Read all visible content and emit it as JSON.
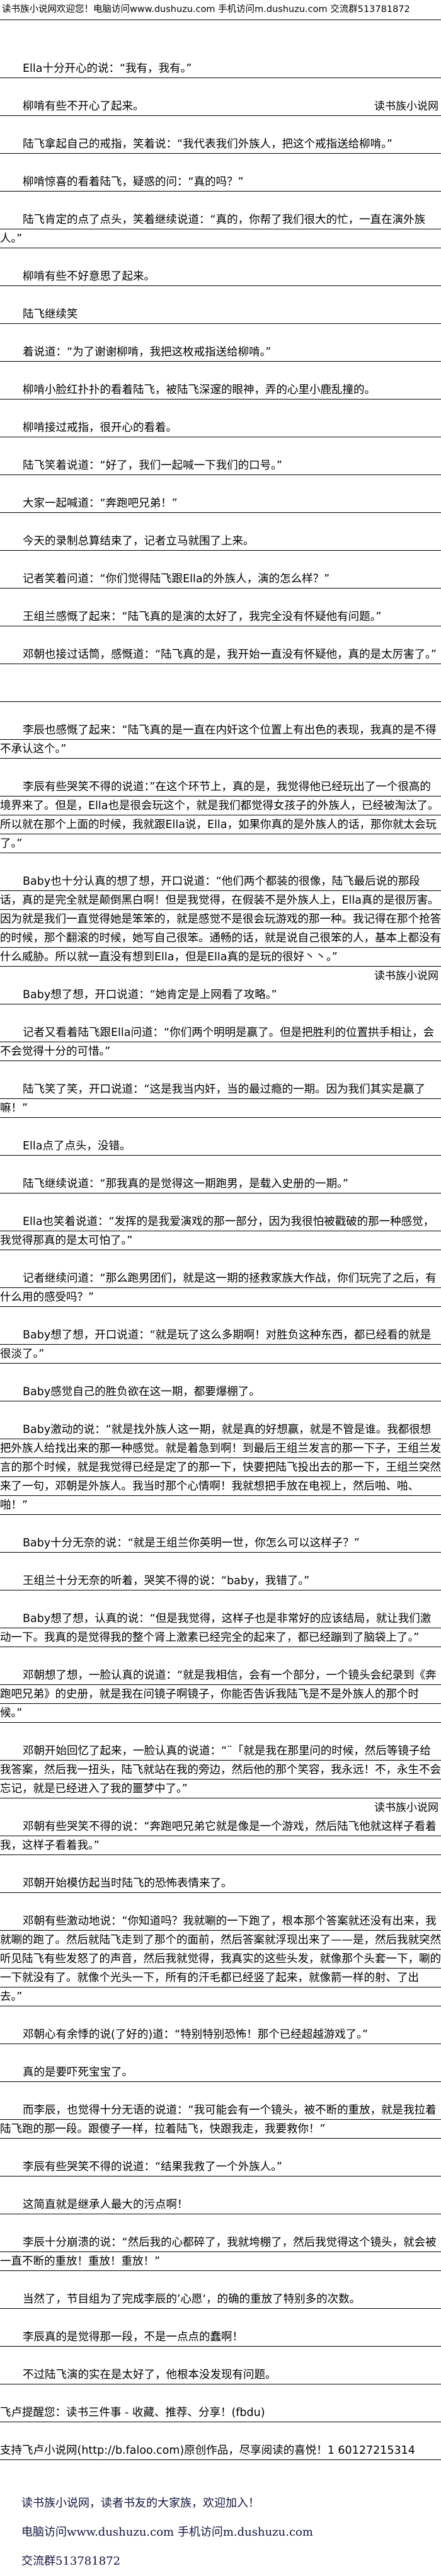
{
  "header": {
    "text": "读书族小说网欢迎您！电脑访问www.dushuzu.com 手机访问m.dushuzu.com 交流群513781872"
  },
  "watermark": "读书族小说网",
  "paragraphs": [
    {
      "text": "Ella十分开心的说：“我有，我有。”"
    },
    {
      "text": "柳啃有些不开心了起来。",
      "wm": "same"
    },
    {
      "text": "陆飞拿起自己的戒指，笑着说：“我代表我们外族人，把这个戒指送给柳啃。”"
    },
    {
      "text": "柳啃惊喜的看着陆飞，疑惑的问：“真的吗？”"
    },
    {
      "text": "陆飞肯定的点了点头，笑着继续说道：“真的，你帮了我们很大的忙，一直在演外族人。”"
    },
    {
      "text": "柳啃有些不好意思了起来。"
    },
    {
      "text": "陆飞继续笑"
    },
    {
      "text": "着说道：“为了谢谢柳啃，我把这枚戒指送给柳啃。”"
    },
    {
      "text": "柳啃小脸红扑扑的看着陆飞，被陆飞深邃的眼神，弄的心里小鹿乱撞的。"
    },
    {
      "text": "柳啃接过戒指，很开心的看着。"
    },
    {
      "text": "陆飞笑着说道：“好了，我们一起喊一下我们的口号。”"
    },
    {
      "text": "大家一起喊道：“奔跑吧兄弟！”"
    },
    {
      "text": "今天的录制总算结束了，记者立马就围了上来。"
    },
    {
      "text": "记者笑着问道：“你们觉得陆飞跟Ella的外族人，演的怎么样？”"
    },
    {
      "text": "王组兰感慨了起来：“陆飞真的是演的太好了，我完全没有怀疑他有问题。”"
    },
    {
      "text": "邓朝也接过话筒，感慨道：“陆飞真的是，我开始一直没有怀疑他，真的是太厉害了。”"
    },
    {
      "text": ""
    },
    {
      "text": "李辰也感慨了起来：“陆飞真的是一直在内奸这个位置上有出色的表现，我真的是不得不承认这个。”"
    },
    {
      "text": "李辰有些哭笑不得的说道：”在这个环节上，真的是，我觉得他已经玩出了一个很高的境界来了。但是，Ella也是很会玩这个，就是我们都觉得女孩子的外族人，已经被淘汰了。所以就在那个上面的时候，我就跟Ella说，Ella，如果你真的是外族人的话，那你就太会玩了。”"
    },
    {
      "text": "Baby也十分认真的想了想，开口说道：“他们两个都装的很像，陆飞最后说的那段话，真的是完全就是颠倒黑白啊！但是我觉得，在假装不是外族人上，Ella真的是很厉害。因为就是我们一直觉得她是笨笨的，就是感觉不是很会玩游戏的那一种。我记得在那个抢答的时候，那个翻滚的时候，她写自己很笨。通畅的话，就是说自己很笨的人，基本上都没有什么威胁。所以就一直没有想到Ella，但是Ella真的是玩的很好丶丶。”",
      "wm": "overlap"
    },
    {
      "text": "Baby想了想，开口说道：“她肯定是上网看了攻略。”"
    },
    {
      "text": "记者又看着陆飞跟Ella问道：“你们两个明明是赢了。但是把胜利的位置拱手相让，会不会觉得十分的可惜。”"
    },
    {
      "text": "陆飞笑了笑，开口说道：“这是我当内奸，当的最过瘾的一期。因为我们其实是赢了嘛！”"
    },
    {
      "text": "Ella点了点头，没错。"
    },
    {
      "text": "陆飞继续说道：“那我真的是觉得这一期跑男，是载入史册的一期。”"
    },
    {
      "text": "Ella也笑着说道：“发挥的是我爱演戏的那一部分，因为我很怕被戳破的那一种感觉，我觉得那真的是太可怕了。”"
    },
    {
      "text": "记者继续问道：“那么跑男团们，就是这一期的拯救家族大作战，你们玩完了之后，有什么用的感受吗？”"
    },
    {
      "text": "Baby想了想，开口说道：“就是玩了这么多期啊！对胜负这种东西，都已经看的就是很淡了。”"
    },
    {
      "text": "Baby感觉自己的胜负欲在这一期，都要爆棚了。"
    },
    {
      "text": "Baby激动的说：“就是找外族人这一期，就是真的好想赢，就是不管是谁。我都很想把外族人给找出来的那一种感觉。就是着急到啊！到最后王组兰发言的那一下子，王组兰发言的那个时候，就是我觉得已经是定了的那一下，快要把陆飞投出去的那一下，王组兰突然来了一句，邓朝是外族人。我当时那个心情啊！我就想把手放在电视上，然后啪、啪、啪！”"
    },
    {
      "text": "Baby十分无奈的说：“就是王组兰你英明一世，你怎么可以这样子？”"
    },
    {
      "text": "王组兰十分无奈的听着，哭笑不得的说：“baby，我错了。”"
    },
    {
      "text": "Baby想了想，认真的说：“但是我觉得，这样子也是非常好的应该结局，就让我们激动一下。我真的是觉得我的整个肾上激素已经完全的起来了，都已经蹦到了脑袋上了。”"
    },
    {
      "text": "邓朝想了想，一脸认真的说道：“就是我相信，会有一个部分，一个镜头会纪录到《奔跑吧兄弟》的史册，就是我在问镜子啊镜子，你能否告诉我陆飞是不是外族人的那个时候。”"
    },
    {
      "text": "邓朝开始回忆了起来，一脸认真的说道：“¨「就是我在那里问的时候，然后等镜子给我答案，然后我一扭头，陆飞就站在我的旁边，然后他的那个笑容，我永远！不，永生不会忘记，就是已经进入了我的噩梦中了。”",
      "wm": "after"
    },
    {
      "text": "邓朝有些哭笑不得的说：“奔跑吧兄弟它就是像是一个游戏，然后陆飞他就这样子看着我，这样子看着我。”"
    },
    {
      "text": "邓朝开始模仿起当时陆飞的恐怖表情来了。"
    },
    {
      "text": "邓朝有些激动地说：“你知道吗？我就唰的一下跑了，根本那个答案就还没有出来，我就唰的跑了。然后就陆飞走到了那个的面前，然后答案就浮现出来了——是，然后我就突然听见陆飞有些发怒了的声音，然后我就觉得，我真实的这些头发，就像那个头套一下，唰的一下就没有了。就像个光头一下，所有的汗毛都已经竖了起来，就像箭一样的射、了出去。”"
    },
    {
      "text": "邓朝心有余悸的说(了好的)道：“特别特别恐怖！那个已经超越游戏了。”"
    },
    {
      "text": "真的是要吓死宝宝了。"
    },
    {
      "text": "而李辰，也觉得十分无语的说道：“我可能会有一个镜头，被不断的重放，就是我拉着陆飞跑的那一段。跟傻子一样，拉着陆飞，快跟我走，我要救你！”"
    },
    {
      "text": "李辰有些哭笑不得的说道：“结果我救了一个外族人。”"
    },
    {
      "text": "这简直就是继承人最大的污点啊！"
    },
    {
      "text": "李辰十分崩溃的说：“然后我的心都碎了，我就垮棚了，然后我觉得这个镜头，就会被一直不断的重放！重放！重放！”"
    },
    {
      "text": "当然了，节目组为了完成李辰的’心愿‘，的确的重放了特别多的次数。"
    },
    {
      "text": "李辰真的是觉得那一段，不是一点点的蠢啊！"
    },
    {
      "text": "不过陆飞演的实在是太好了，他根本没发现有问题。"
    },
    {
      "text": "飞卢提醒您：读书三件事 - 收藏、推荐、分享！(fbdu)",
      "noindent": true
    },
    {
      "text": "支持飞卢小说网(http://b.faloo.com)原创作品，尽享阅读的喜悦！1 60127215314",
      "noindent": true
    }
  ],
  "footer": {
    "line1": "读书族小说网，读者书友的大家族，欢迎加入！",
    "line2": "电脑访问www.dushuzu.com 手机访问m.dushuzu.com",
    "line3": "交流群513781872"
  }
}
